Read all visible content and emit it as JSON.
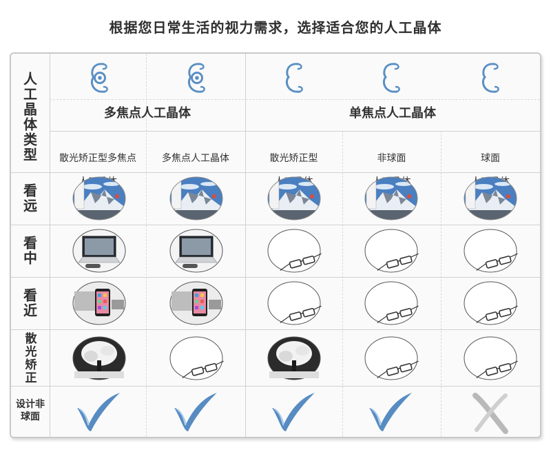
{
  "title": "根据您日常生活的视力需求，选择适合您的人工晶体",
  "row_labels": {
    "type": "人工晶体类型",
    "far": "看远",
    "mid": "看中",
    "near": "看近",
    "astig": "散光矫正",
    "aspheric": "设计非球面"
  },
  "groups": {
    "multifocal": "多焦点人工晶体",
    "monofocal": "单焦点人工晶体"
  },
  "columns": [
    {
      "line1": "散光矫正型多焦点",
      "line2": "人工晶体",
      "icon": "multifocal-lens-icon"
    },
    {
      "line1": "多焦点人工晶体",
      "line2": "",
      "icon": "multifocal-lens-icon"
    },
    {
      "line1": "散光矫正型",
      "line2": "人工晶体",
      "icon": "monofocal-lens-icon"
    },
    {
      "line1": "非球面",
      "line2": "人工晶体",
      "icon": "monofocal-lens-icon"
    },
    {
      "line1": "球面",
      "line2": "人工晶体",
      "icon": "monofocal-lens-icon"
    }
  ],
  "cells": {
    "far": [
      "mountain-scene",
      "mountain-scene",
      "mountain-scene",
      "mountain-scene",
      "mountain-scene"
    ],
    "mid": [
      "laptop-scene",
      "laptop-scene",
      "glasses-empty",
      "glasses-empty",
      "glasses-empty"
    ],
    "near": [
      "phone-scene",
      "phone-scene",
      "glasses-empty",
      "glasses-empty",
      "glasses-empty"
    ],
    "astig": [
      "tree-scene",
      "glasses-empty",
      "tree-scene",
      "glasses-empty",
      "glasses-empty"
    ],
    "aspheric": [
      "check",
      "check",
      "check",
      "check",
      "cross"
    ]
  },
  "colors": {
    "lens_blue": "#5a8fc4",
    "check_blue": "#3a78b8",
    "cross_gray": "#b9b9b9",
    "sky": "#4a7fc0"
  }
}
